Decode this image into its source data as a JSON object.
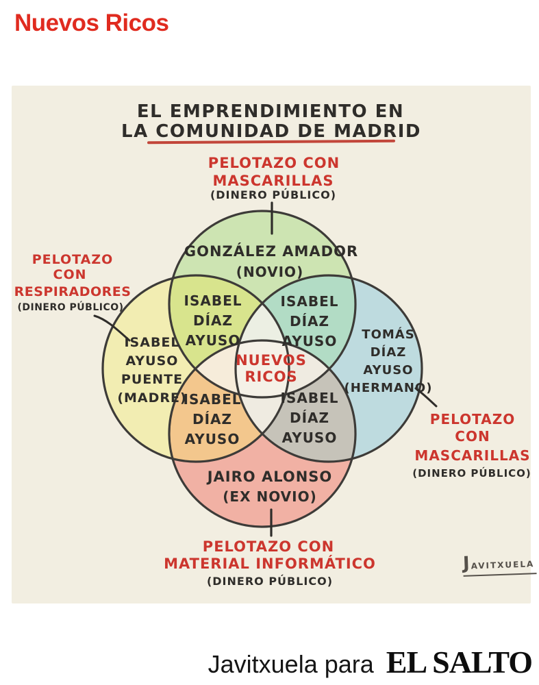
{
  "page": {
    "headline": "Nuevos Ricos",
    "credit": {
      "author": "Javitxuela para",
      "publication": "EL SALTO"
    }
  },
  "cartoon": {
    "title": {
      "line1": "EL EMPRENDIMIENTO EN",
      "line2": "LA COMUNIDAD DE MADRID"
    },
    "center": {
      "line1": "NUEVOS",
      "line2": "RICOS"
    },
    "signature": "JAVITXUELA",
    "callouts": {
      "top": {
        "line1": "PELOTAZO CON",
        "line2": "MASCARILLAS",
        "note": "(DINERO PÚBLICO)"
      },
      "left": {
        "line1": "PELOTAZO",
        "line2": "CON",
        "line3": "RESPIRADORES",
        "note": "(DINERO PÚBLICO)"
      },
      "right": {
        "line1": "PELOTAZO",
        "line2": "CON",
        "line3": "MASCARILLAS",
        "note": "(DINERO PÚBLICO)"
      },
      "bottom": {
        "line1": "PELOTAZO CON",
        "line2": "MATERIAL INFORMÁTICO",
        "note": "(DINERO PÚBLICO)"
      }
    },
    "circles": {
      "top": {
        "line1": "GONZÁLEZ AMADOR",
        "line2": "(NOVIO)",
        "fill": "#cde4b2"
      },
      "left": {
        "line1": "ISABEL",
        "line2": "AYUSO",
        "line3": "PUENTE",
        "line4": "(MADRE)",
        "fill": "#f2edb2"
      },
      "right": {
        "line1": "TOMÁS",
        "line2": "DÍAZ",
        "line3": "AYUSO",
        "line4": "(HERMANO)",
        "fill": "#bedbdf"
      },
      "bottom": {
        "line1": "JAIRO ALONSO",
        "line2": "(EX NOVIO)",
        "fill": "#f1b1a4"
      }
    },
    "overlaps": {
      "top_left": {
        "line1": "ISABEL",
        "line2": "DÍAZ",
        "line3": "AYUSO",
        "fill": "#d8e48d"
      },
      "top_right": {
        "line1": "ISABEL",
        "line2": "DÍAZ",
        "line3": "AYUSO",
        "fill": "#b2dcc5"
      },
      "bottom_left": {
        "line1": "ISABEL",
        "line2": "DÍAZ",
        "line3": "AYUSO",
        "fill": "#f3c78d"
      },
      "bottom_right": {
        "line1": "ISABEL",
        "line2": "DÍAZ",
        "line3": "AYUSO",
        "fill": "#c6c3b9"
      }
    },
    "colors": {
      "paper": "#f2eee1",
      "center_fill": "#f6f2e8",
      "ink": "#2f2d2a",
      "red": "#cc362e",
      "underline": "#c2463a",
      "outline": "#3d3b38"
    }
  }
}
